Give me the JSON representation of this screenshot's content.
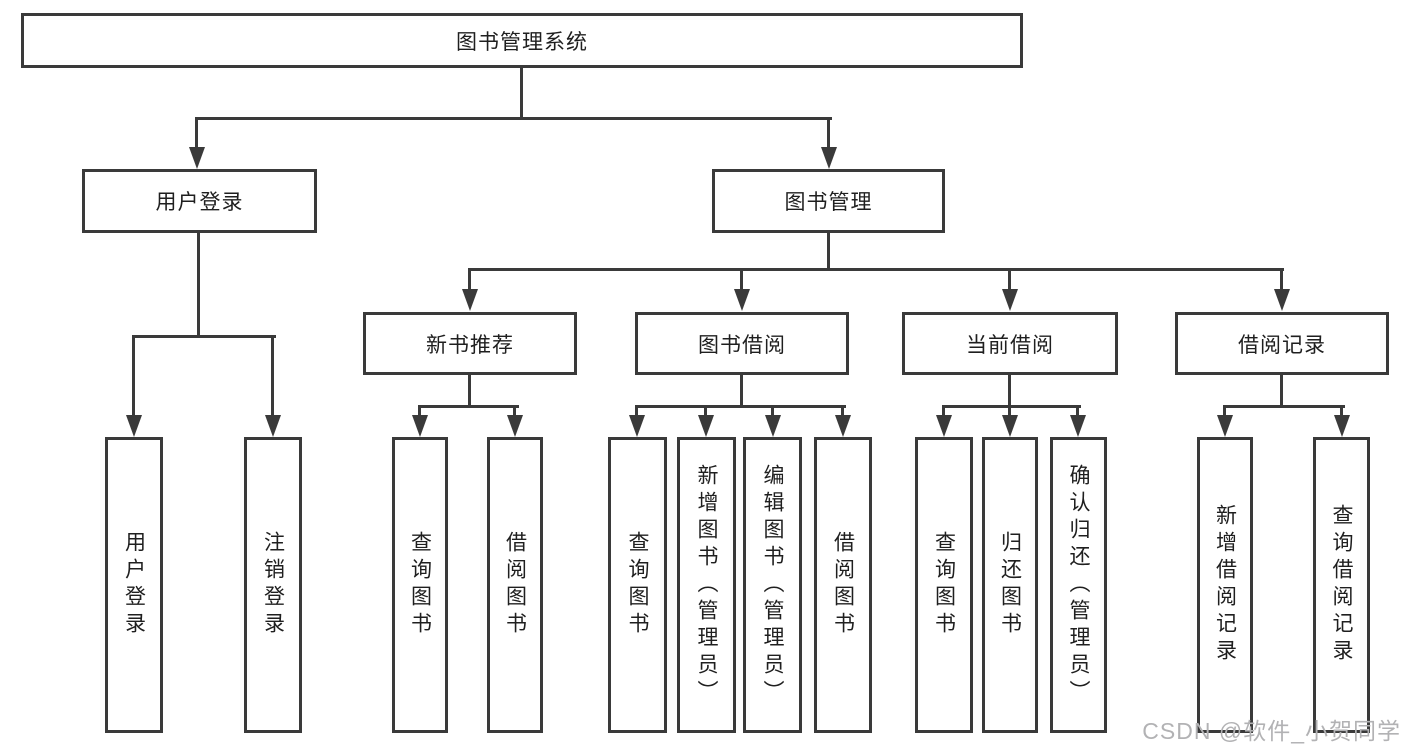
{
  "diagram": {
    "title": "图书管理系统",
    "level2": {
      "user_login": "用户登录",
      "book_mgmt": "图书管理"
    },
    "level3": {
      "new_books": "新书推荐",
      "book_borrow": "图书借阅",
      "current_borrow": "当前借阅",
      "borrow_records": "借阅记录"
    },
    "leaves": {
      "user_login": [
        "用户登录",
        "注销登录"
      ],
      "new_books": [
        "查询图书",
        "借阅图书"
      ],
      "book_borrow": [
        "查询图书",
        "新增图书（管理员）",
        "编辑图书（管理员）",
        "借阅图书"
      ],
      "current_borrow": [
        "查询图书",
        "归还图书",
        "确认归还（管理员）"
      ],
      "borrow_records": [
        "新增借阅记录",
        "查询借阅记录"
      ]
    }
  },
  "colors": {
    "line": "#3a3a3a",
    "text": "#1f1f1f",
    "background": "#ffffff",
    "watermark": "#b2b2b4"
  },
  "watermark": "CSDN @软件_小贺同学"
}
